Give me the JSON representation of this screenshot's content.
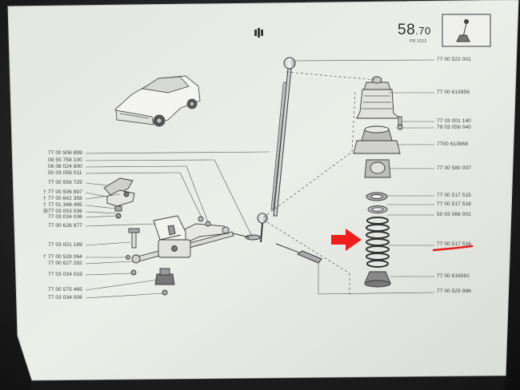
{
  "header": {
    "page_number_main": "58",
    "page_number_decimal": ".70",
    "page_sub": "PR 1012"
  },
  "colors": {
    "paper": "#e9ebe6",
    "ink": "#3a3a3a",
    "arrow": "#f01d1d",
    "underline": "#e51c1c"
  },
  "right_labels": [
    "77 00 522 001",
    "77 00 613956",
    "77 03 001 140",
    "79 03 056 040",
    "7700 613968",
    "77 00 580 007",
    "77 00 517 515",
    "77 00 517 518",
    "50 03 066 001",
    "77 00 517 516",
    "77 00 616591",
    "77 00 529 986"
  ],
  "left_labels": [
    "77 00 506 899",
    "08 55 758 100",
    "06 08 024 800",
    "50 03 056 011",
    "77 00 556 729",
    "77 00 506 897",
    "77 00 642 356",
    "77 01 348 495",
    "77 03 053 036",
    "77 03 034 036",
    "77 00 626 977",
    "77 03 001 189",
    "77 00 528 064",
    "77 00 627 292",
    "77 03 034 019",
    "77 00 575 465",
    "77 03 034 008"
  ],
  "left_markers": [
    "†",
    "†",
    "†",
    "☒",
    "†"
  ],
  "annotation": {
    "highlighted_part": "77 00 517 516"
  }
}
